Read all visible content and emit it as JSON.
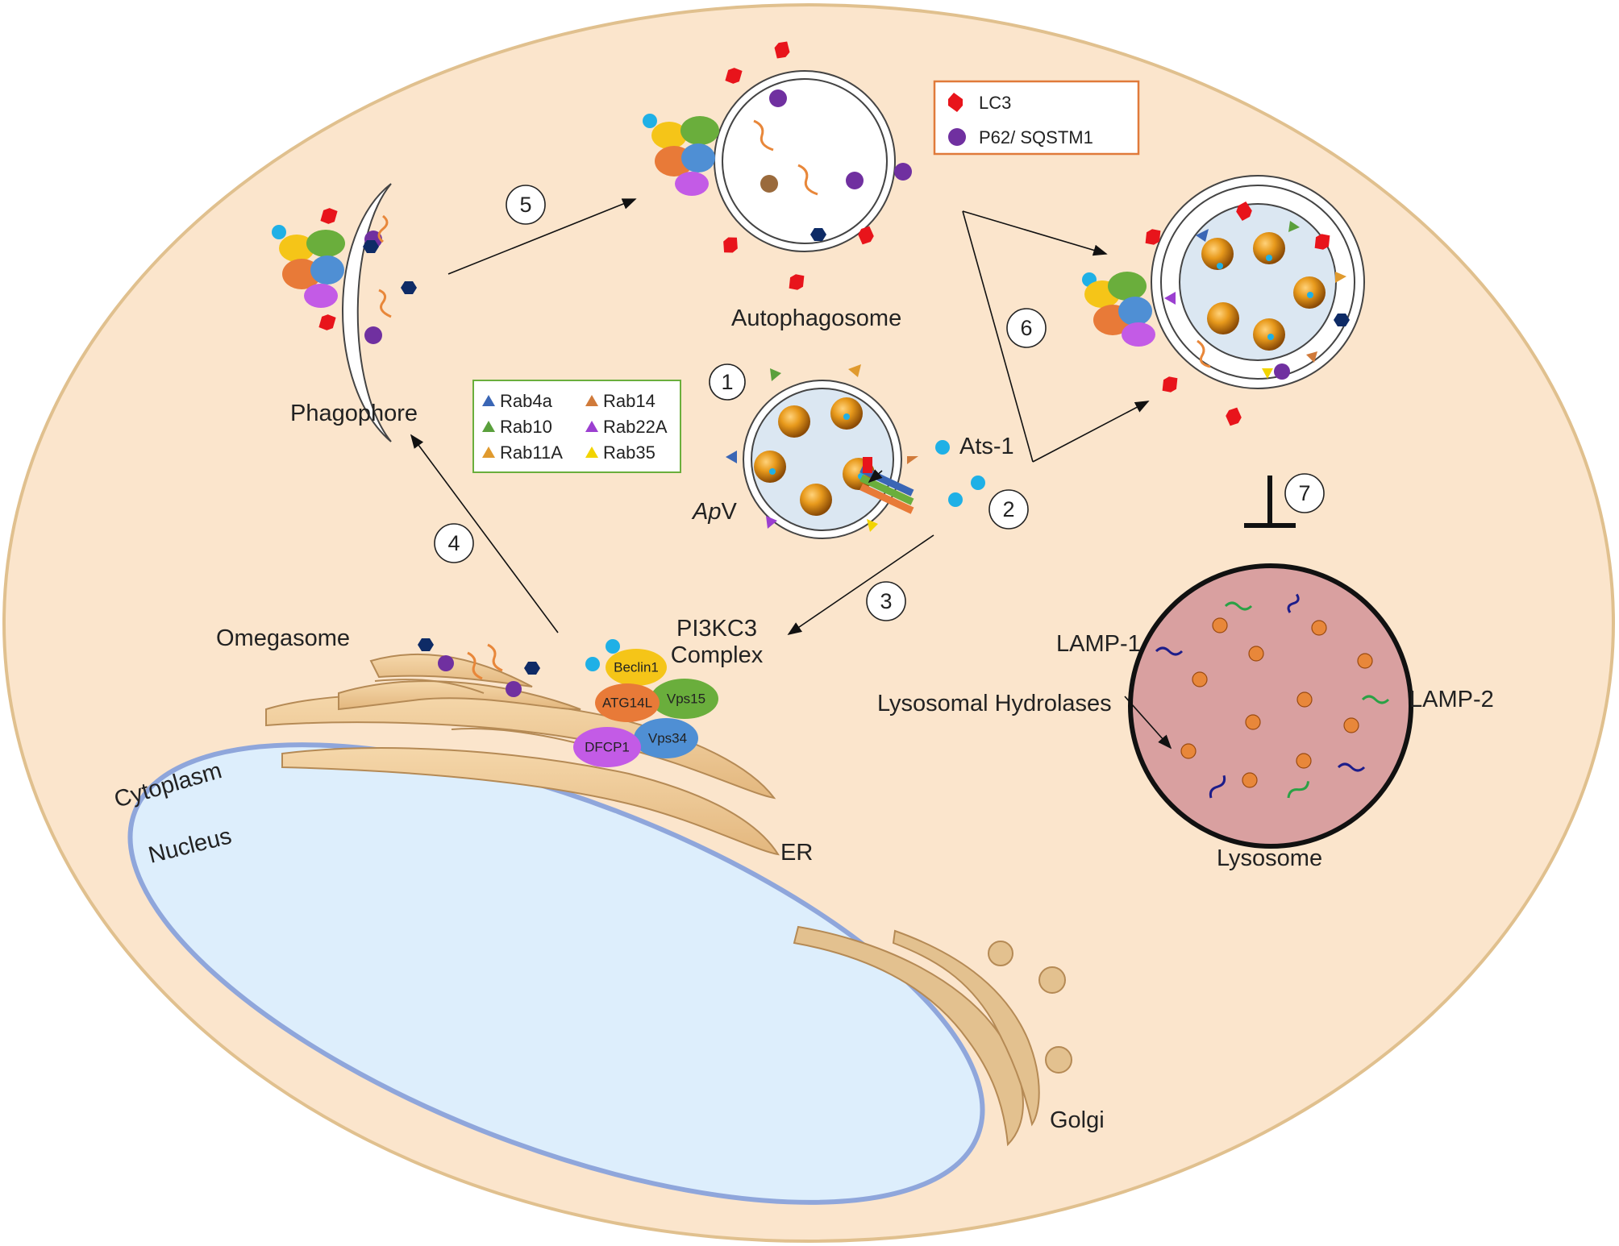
{
  "labels": {
    "phagophore": "Phagophore",
    "autophagosome": "Autophagosome",
    "omegasome": "Omegasome",
    "pi3kc3_line1": "PI3KC3",
    "pi3kc3_line2": "Complex",
    "apv_italic": "Ap",
    "apv_rest": "V",
    "ats1": "Ats-1",
    "cytoplasm": "Cytoplasm",
    "nucleus": "Nucleus",
    "er": "ER",
    "golgi": "Golgi",
    "lysosome": "Lysosome",
    "lamp1": "LAMP-1",
    "lamp2": "LAMP-2",
    "lysosomal_hydrolases": "Lysosomal Hydrolases"
  },
  "steps": [
    "1",
    "2",
    "3",
    "4",
    "5",
    "6",
    "7"
  ],
  "legend_markers": {
    "lc3": "LC3",
    "p62": "P62/ SQSTM1"
  },
  "legend_rabs": [
    {
      "label": "Rab4a",
      "color": "#3a66b5"
    },
    {
      "label": "Rab14",
      "color": "#d07a3a"
    },
    {
      "label": "Rab10",
      "color": "#5aa03c"
    },
    {
      "label": "Rab22A",
      "color": "#9b3fd0"
    },
    {
      "label": "Rab11A",
      "color": "#e09a2e"
    },
    {
      "label": "Rab35",
      "color": "#f2d400"
    }
  ],
  "proteins": {
    "beclin1": "Beclin1",
    "vps15": "Vps15",
    "atg14l": "ATG14L",
    "dfcp1": "DFCP1",
    "vps34": "Vps34"
  },
  "colors": {
    "cell": "#fbe5cc",
    "lc3": "#e8141b",
    "p62": "#7030a0",
    "ats1": "#1fb0e6",
    "lysosome": "#d9a0a0",
    "nucleus": "#ddeefc"
  }
}
